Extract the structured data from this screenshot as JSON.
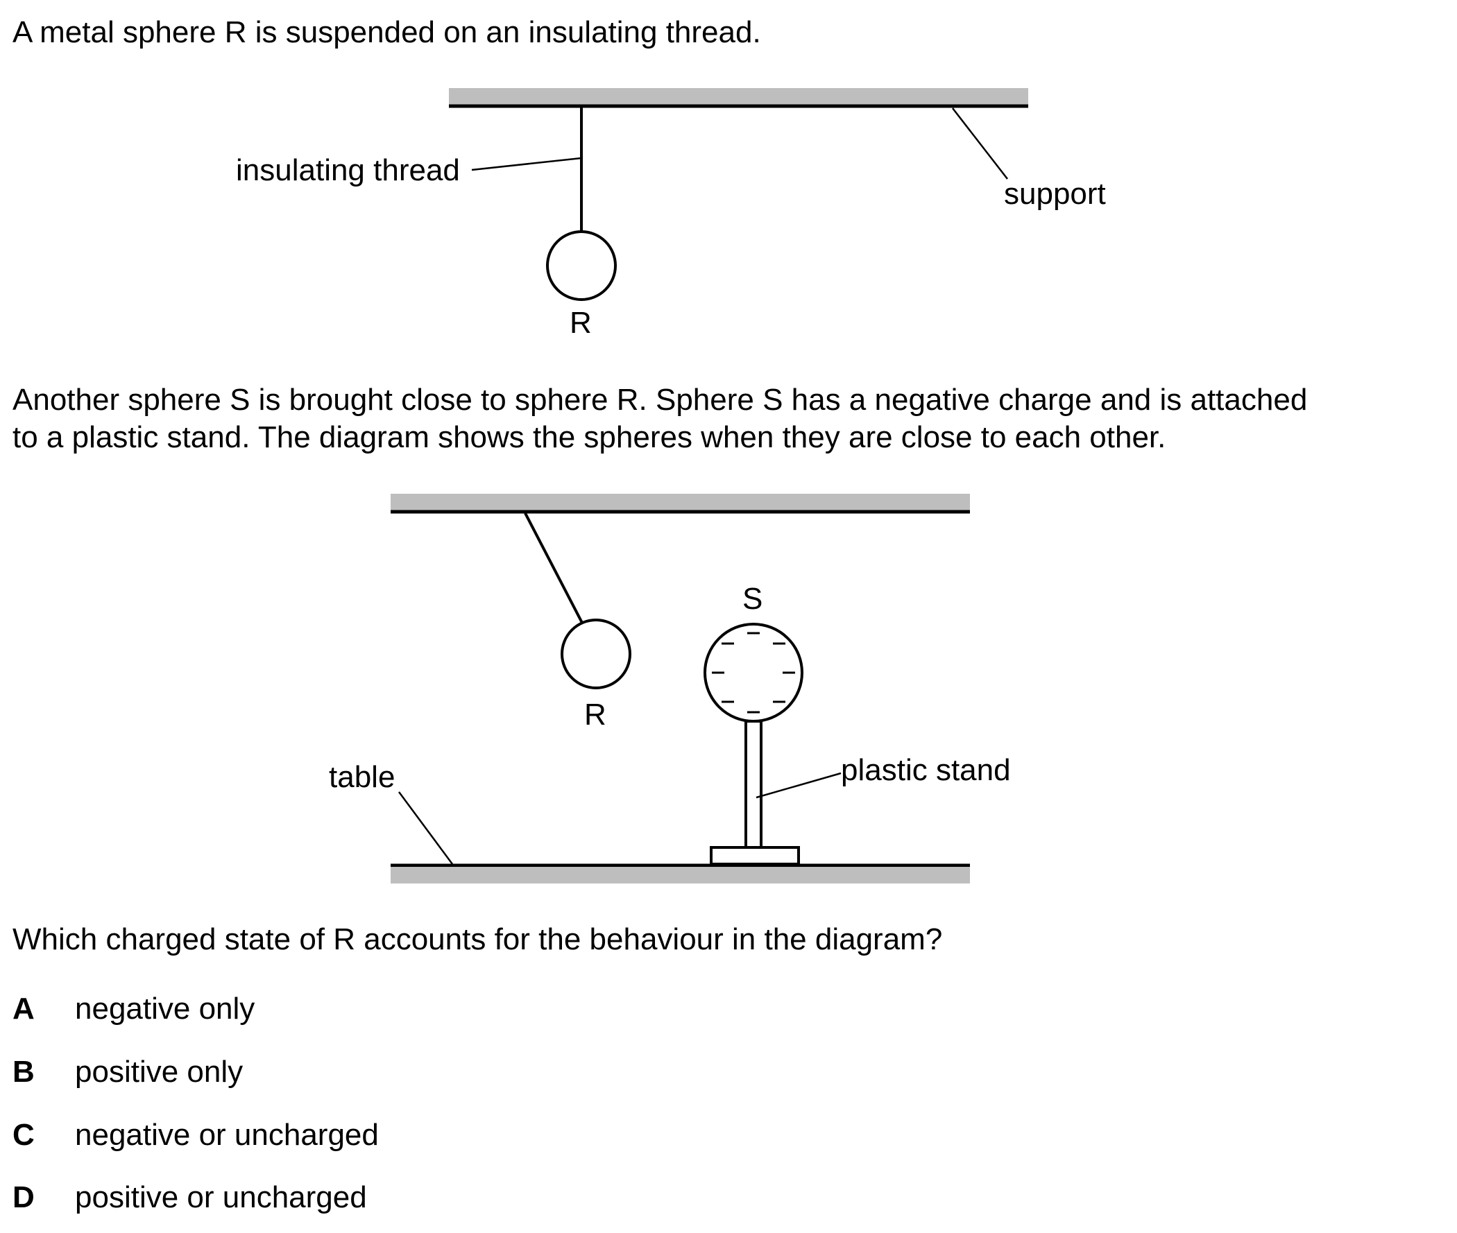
{
  "question": {
    "intro": "A metal sphere R is suspended on an insulating thread.",
    "para2_line1": "Another sphere S is brought close to sphere R. Sphere S has a negative charge and is attached",
    "para2_line2": "to a plastic stand. The diagram shows the spheres when they are close to each other.",
    "prompt": "Which charged state of R accounts for the behaviour in the diagram?"
  },
  "figure1": {
    "label_thread": "insulating thread",
    "label_support": "support",
    "label_sphere": "R"
  },
  "figure2": {
    "label_s": "S",
    "label_r": "R",
    "label_table": "table",
    "label_stand": "plastic stand",
    "charge_sign": "–"
  },
  "options": [
    {
      "letter": "A",
      "text": "negative only"
    },
    {
      "letter": "B",
      "text": "positive only"
    },
    {
      "letter": "C",
      "text": "negative or uncharged"
    },
    {
      "letter": "D",
      "text": "positive or uncharged"
    }
  ]
}
